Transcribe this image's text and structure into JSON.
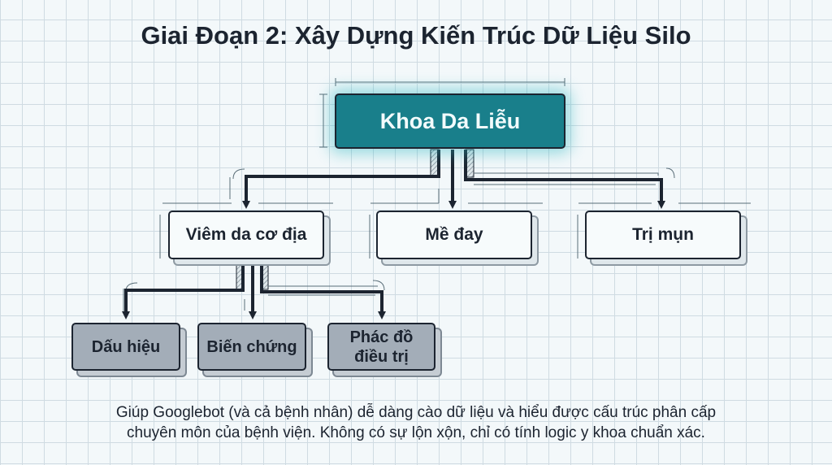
{
  "title": "Giai Đoạn 2: Xây Dựng Kiến Trúc Dữ Liệu Silo",
  "root": {
    "label": "Khoa Da Liễu",
    "color": "#197f8b"
  },
  "level1": [
    {
      "label": "Viêm da cơ địa"
    },
    {
      "label": "Mề đay"
    },
    {
      "label": "Trị mụn"
    }
  ],
  "level2": [
    {
      "label": "Dấu hiệu"
    },
    {
      "label": "Biến chứng"
    },
    {
      "label": "Phác đồ điều trị"
    }
  ],
  "caption": {
    "line1": "Giúp Googlebot (và cả bệnh nhân) dễ dàng cào dữ liệu và hiểu được cấu trúc phân cấp",
    "line2": "chuyên môn của bệnh viện. Không có sự lộn xộn, chỉ có tính logic y khoa chuẩn xác."
  }
}
